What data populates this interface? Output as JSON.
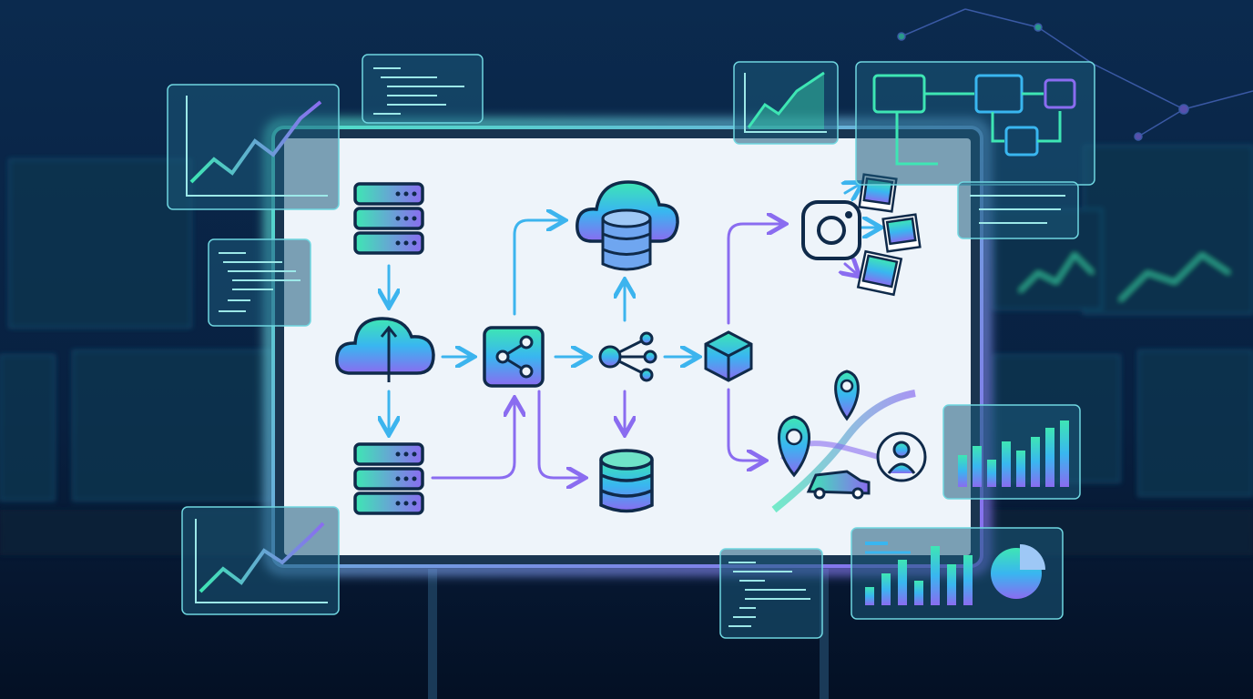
{
  "colors": {
    "background": "#071a33",
    "board": "#eef4fa",
    "board_frame": "#4fd6e0",
    "icon_outline": "#0f2a4a",
    "gradient_start": "#3ee6b4",
    "gradient_mid": "#39b6f0",
    "gradient_end": "#8a6cf0",
    "arrow": "#3cb4ee",
    "arrow_purple": "#8a6cf0",
    "panel": "#1c5a7a"
  },
  "diagram": {
    "nodes": [
      {
        "id": "server-top",
        "icon": "server-stack-icon"
      },
      {
        "id": "cloud-sync",
        "icon": "cloud-updown-icon"
      },
      {
        "id": "server-bottom",
        "icon": "server-stack-icon"
      },
      {
        "id": "share-hub",
        "icon": "share-nodes-icon"
      },
      {
        "id": "node-hub",
        "icon": "network-hub-icon"
      },
      {
        "id": "cloud-database",
        "icon": "cloud-database-icon"
      },
      {
        "id": "database",
        "icon": "database-icon"
      },
      {
        "id": "package",
        "icon": "cube-package-icon"
      },
      {
        "id": "camera",
        "icon": "instagram-camera-icon"
      },
      {
        "id": "photos",
        "icon": "photo-icon"
      },
      {
        "id": "map-route",
        "icon": "map-pin-icon"
      },
      {
        "id": "car",
        "icon": "car-icon"
      },
      {
        "id": "user",
        "icon": "user-avatar-icon"
      }
    ]
  },
  "floating_panels": [
    {
      "id": "line-chart-top-left",
      "icon": "line-chart-icon"
    },
    {
      "id": "code-top",
      "icon": "code-snippet-icon"
    },
    {
      "id": "code-left",
      "icon": "code-snippet-icon"
    },
    {
      "id": "line-chart-top-right",
      "icon": "line-chart-icon"
    },
    {
      "id": "flowchart-top-right",
      "icon": "flowchart-icon"
    },
    {
      "id": "code-right",
      "icon": "code-snippet-icon"
    },
    {
      "id": "bar-chart-right",
      "icon": "bar-chart-icon"
    },
    {
      "id": "line-chart-bottom-left",
      "icon": "line-chart-icon"
    },
    {
      "id": "code-bottom",
      "icon": "code-snippet-icon"
    },
    {
      "id": "dashboard-bottom-right",
      "icon": "bar-pie-dashboard-icon"
    }
  ]
}
